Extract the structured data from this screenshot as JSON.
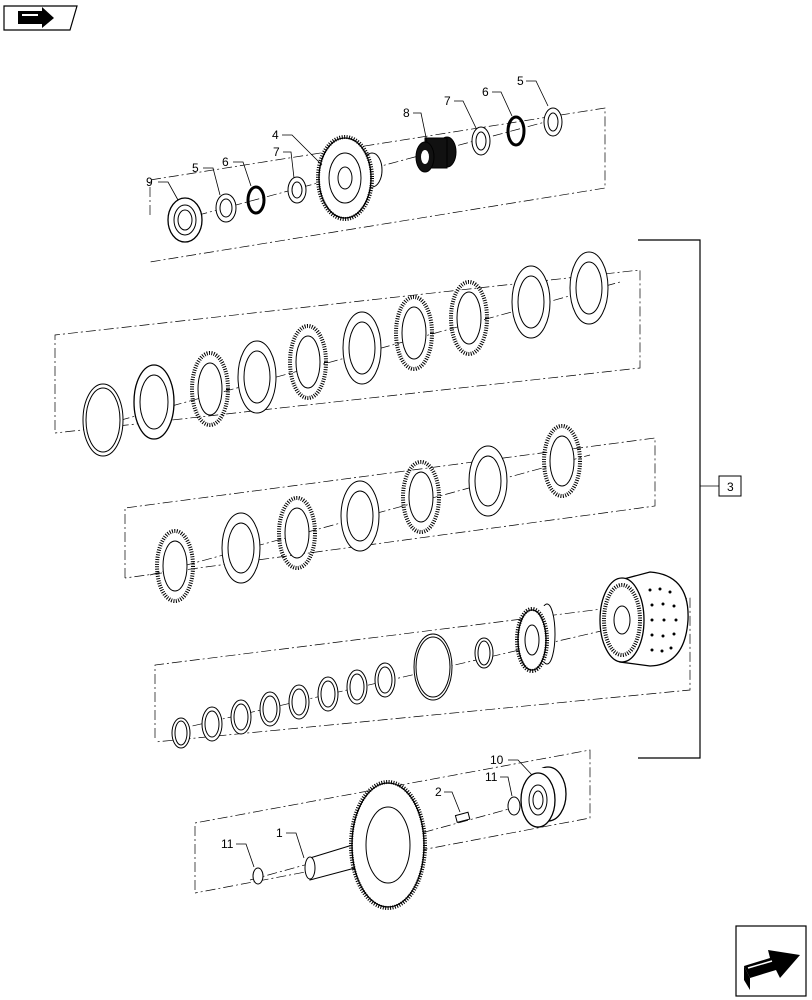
{
  "nav": {
    "top_button_icon": "arrow-right-icon",
    "bottom_button_icon": "arrow-next-page-icon"
  },
  "callouts": {
    "c1": "1",
    "c2": "2",
    "c3": "3",
    "c4": "4",
    "c5a": "5",
    "c5b": "5",
    "c6a": "6",
    "c6b": "6",
    "c7a": "7",
    "c7b": "7",
    "c8": "8",
    "c9": "9",
    "c10": "10",
    "c11a": "11",
    "c11b": "11"
  }
}
